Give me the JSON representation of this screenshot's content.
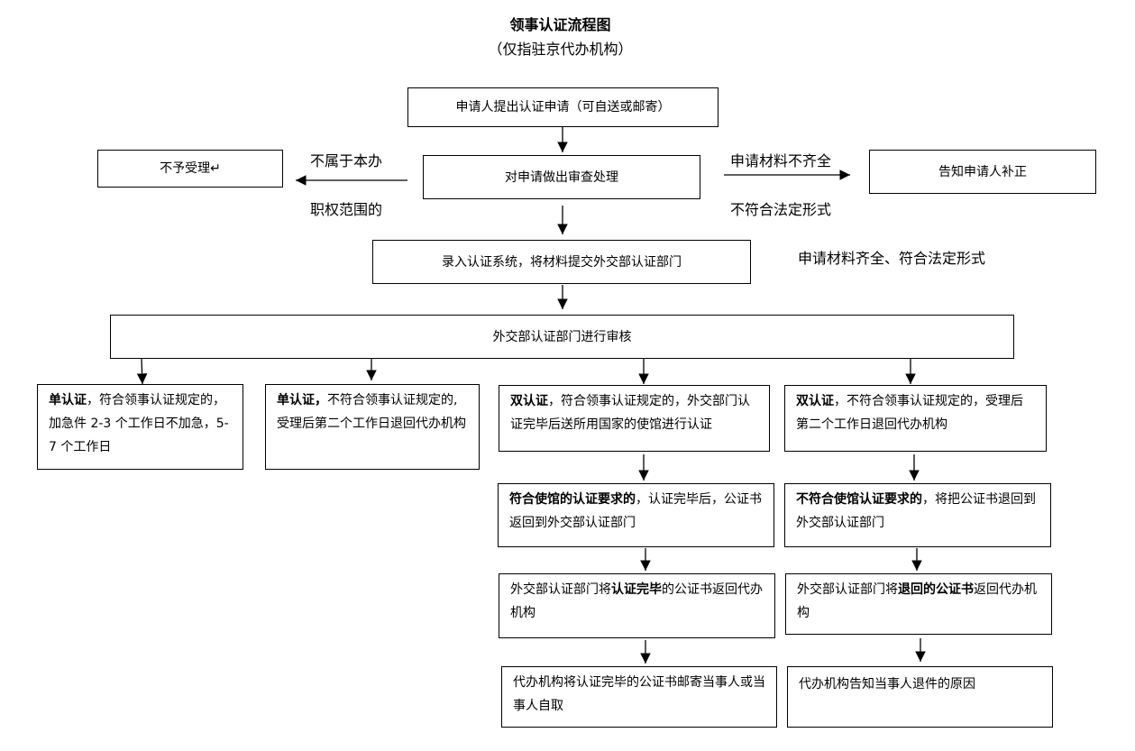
{
  "title": "领事认证流程图",
  "subtitle": "（仅指驻京代办机构）",
  "nodes": {
    "apply": "申请人提出认证申请（可自送或邮寄）",
    "review": "对申请做出审查处理",
    "reject": "不予受理↵",
    "notify_supplement": "告知申请人补正",
    "enter_system": "录入认证系统，将材料提交外交部认证部门",
    "mfa_audit": "外交部认证部门进行审核",
    "single_ok": {
      "bold": "单认证",
      "text": "，符合领事认证规定的，加急件 2-3 个工作日不加急，5-7 个工作日"
    },
    "single_fail": {
      "bold": "单认证，",
      "text": "不符合领事认证规定的,受理后第二个工作日退回代办机构"
    },
    "double_ok": {
      "bold": "双认证",
      "text": "，符合领事认证规定的，外交部门认证完毕后送所用国家的使馆进行认证"
    },
    "double_fail": {
      "bold": "双认证",
      "text": "，不符合领事认证规定的，受理后第二个工作日退回代办机构"
    },
    "embassy_ok": {
      "bold": "符合使馆的认证要求的",
      "text": "，认证完毕后，公证书返回到外交部认证部门"
    },
    "embassy_fail": {
      "bold": "不符合使馆认证要求的",
      "text": "，将把公证书退回到外交部认证部门"
    },
    "return_done": {
      "pre": "外交部认证部门将",
      "bold": "认证完毕",
      "post": "的公证书返回代办机构"
    },
    "return_back": {
      "pre": "外交部认证部门将",
      "bold": "退回的公证书",
      "post": "返回代办机构"
    },
    "mail_party": "代办机构将认证完毕的公证书邮寄当事人或当事人自取",
    "inform_party": "代办机构告知当事人退件的原因"
  },
  "edge_labels": {
    "out_of_scope_1": "不属于本办",
    "out_of_scope_2": "职权范围的",
    "incomplete_1": "申请材料不齐全",
    "incomplete_2": "不符合法定形式",
    "complete": "申请材料齐全、符合法定形式"
  }
}
